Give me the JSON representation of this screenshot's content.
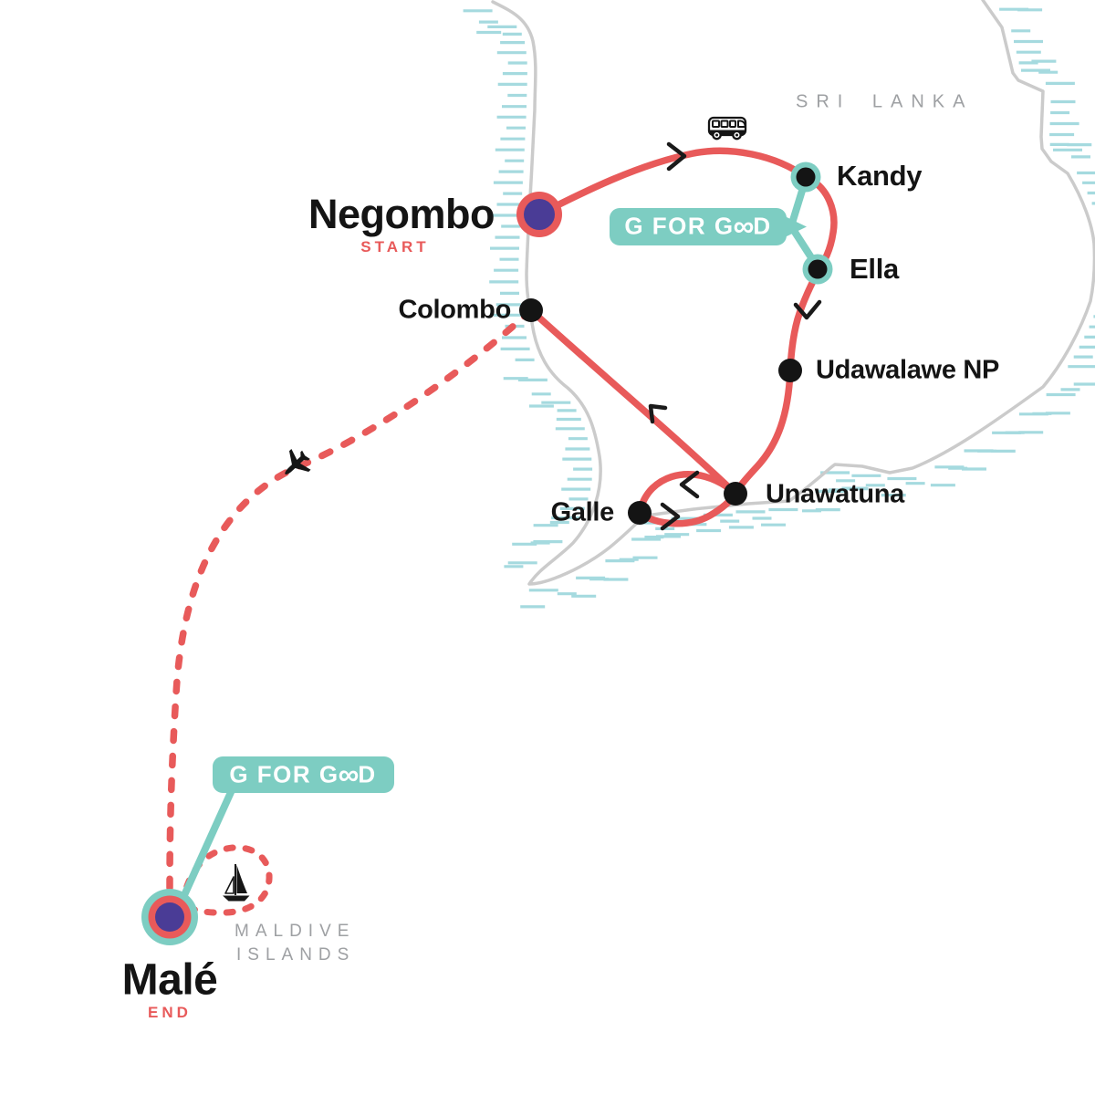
{
  "region_labels": {
    "sri_lanka": "SRI LANKA",
    "maldives_line1": "MALDIVE",
    "maldives_line2": "ISLANDS"
  },
  "locations": {
    "negombo": {
      "name": "Negombo",
      "tag": "START"
    },
    "kandy": {
      "name": "Kandy"
    },
    "ella": {
      "name": "Ella"
    },
    "udawalawe_np": {
      "name": "Udawalawe NP"
    },
    "unawatuna": {
      "name": "Unawatuna"
    },
    "galle": {
      "name": "Galle"
    },
    "colombo": {
      "name": "Colombo"
    },
    "male": {
      "name": "Malé",
      "tag": "END"
    }
  },
  "badges": {
    "g_for_good": {
      "prefix": "G FOR G",
      "infinity": "∞",
      "suffix": "D",
      "full_text": "G FOR GOOD"
    }
  },
  "icons": {
    "bus": "bus-icon",
    "plane": "plane-icon",
    "sailboat": "sailboat-icon"
  },
  "colors": {
    "route_red": "#E85A5A",
    "marker_purple": "#4A3C96",
    "teal": "#7DCDC2",
    "coast_hatch": "#A5DADF",
    "coast_gray": "#CBCBCB",
    "muted_text": "#9EA0A3",
    "text_black": "#141414"
  }
}
